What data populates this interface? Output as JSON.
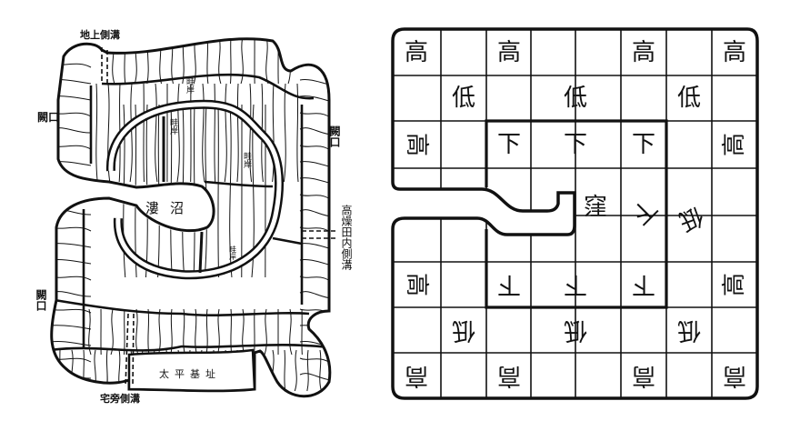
{
  "left_diagram": {
    "labels": {
      "top_ditch": "地上側溝",
      "gate_left_upper": "闕口",
      "gate_right": "闕口",
      "gate_left_lower": "闕口",
      "ridge_1": "畦岸",
      "ridge_2": "畦岸",
      "ridge_3": "畦岸",
      "ridge_4": "畦岸",
      "pond": "漊沼",
      "inner_ditch": "高燥田内側溝",
      "foundation": "太平基址",
      "house_ditch": "宅旁側溝"
    }
  },
  "right_diagram": {
    "labels": {
      "high": "高",
      "low": "低",
      "below": "下",
      "hollow": "窪"
    }
  },
  "colors": {
    "ink": "#111111",
    "paper": "#ffffff"
  }
}
